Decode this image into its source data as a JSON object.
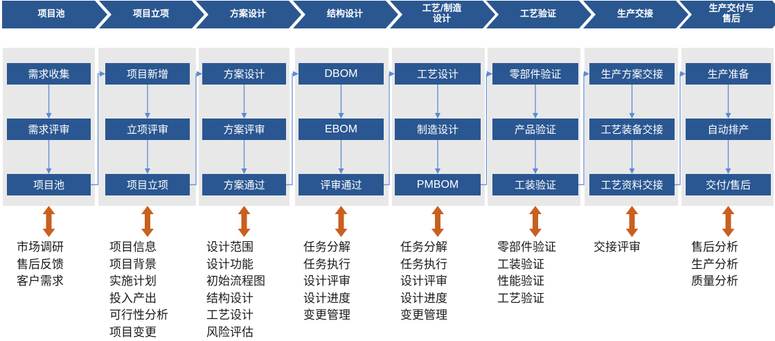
{
  "colors": {
    "phase_bar": "#2a5790",
    "box": "#2a5791",
    "panel": "#e8e8e8",
    "connector": "#5b8bd0",
    "double_arrow": "#c8601e"
  },
  "phases": [
    {
      "title": "项目池",
      "steps": [
        "需求收集",
        "需求评审",
        "项目池"
      ],
      "details": [
        "市场调研",
        "售后反馈",
        "客户需求"
      ]
    },
    {
      "title": "项目立项",
      "steps": [
        "项目新增",
        "立项评审",
        "项目立项"
      ],
      "details": [
        "项目信息",
        "项目背景",
        "实施计划",
        "投入产出",
        "可行性分析",
        "项目变更"
      ]
    },
    {
      "title": "方案设计",
      "steps": [
        "方案设计",
        "方案评审",
        "方案通过"
      ],
      "details": [
        "设计范围",
        "设计功能",
        "初始流程图",
        "结构设计",
        "工艺设计",
        "风险评估"
      ]
    },
    {
      "title": "结构设计",
      "steps": [
        "DBOM",
        "EBOM",
        "评审通过"
      ],
      "details": [
        "任务分解",
        "任务执行",
        "设计评审",
        "设计进度",
        "变更管理"
      ]
    },
    {
      "title": "工艺/制造\n设计",
      "steps": [
        "工艺设计",
        "制造设计",
        "PMBOM"
      ],
      "details": [
        "任务分解",
        "任务执行",
        "设计评审",
        "设计进度",
        "变更管理"
      ]
    },
    {
      "title": "工艺验证",
      "steps": [
        "零部件验证",
        "产品验证",
        "工装验证"
      ],
      "details": [
        "零部件验证",
        "工装验证",
        "性能验证",
        "工艺验证"
      ]
    },
    {
      "title": "生产交接",
      "steps": [
        "生产方案交接",
        "工艺装备交接",
        "工艺资料交接"
      ],
      "details": [
        "交接评审"
      ]
    },
    {
      "title": "生产交付与\n售后",
      "steps": [
        "生产准备",
        "自动排产",
        "交付/售后"
      ],
      "details": [
        "售后分析",
        "生产分析",
        "质量分析"
      ]
    }
  ]
}
